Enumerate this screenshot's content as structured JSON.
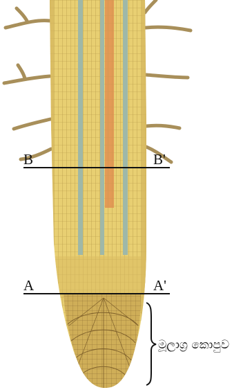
{
  "labels": {
    "section_b": "B",
    "section_b_prime": "B'",
    "section_a": "A",
    "section_a_prime": "A'",
    "root_cap": "මූලාග්‍ර කොපුව"
  },
  "colors": {
    "cortex": "#e8cf72",
    "cortex_dark": "#c9a84a",
    "cell_lines": "#a98a3c",
    "vascular_blue": "#9fb8a8",
    "vascular_orange": "#e39a56",
    "root_cap": "#cfae58",
    "root_cap_lines": "#7d5f2a",
    "root_hair": "#a88f5a",
    "section_line": "#111111"
  }
}
